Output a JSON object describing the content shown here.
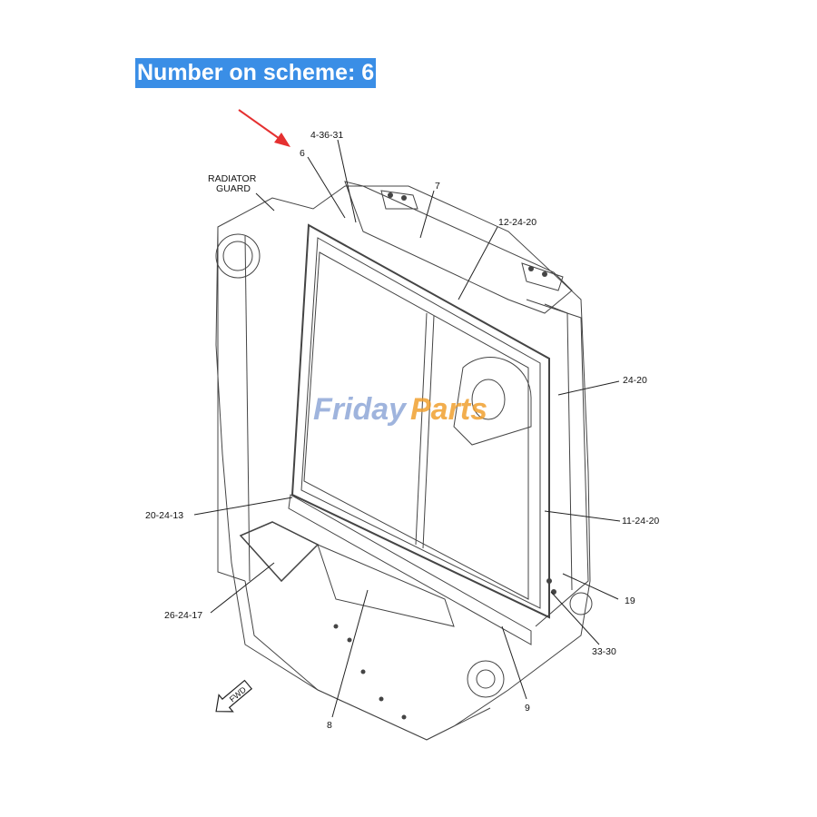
{
  "banner": {
    "text": "Number on scheme: 6",
    "bg_color": "#3a8ee6",
    "text_color": "#ffffff"
  },
  "watermark": {
    "part1": "Friday",
    "part2": "Parts",
    "color1": "#8fa8d8",
    "color2": "#f0a030"
  },
  "arrow": {
    "color": "#e53030",
    "icon": "red-pointer-arrow"
  },
  "labels": {
    "l_6": "6",
    "l_4_36_31": "4-36-31",
    "l_radiator_1": "RADIATOR",
    "l_radiator_2": "GUARD",
    "l_7": "7",
    "l_12_24_20": "12-24-20",
    "l_24_20": "24-20",
    "l_20_24_13": "20-24-13",
    "l_11_24_20": "11-24-20",
    "l_19": "19",
    "l_26_24_17": "26-24-17",
    "l_33_30": "33-30",
    "l_9": "9",
    "l_8": "8",
    "fwd": "FWD"
  },
  "fwd_icon": "fwd-arrow-icon"
}
